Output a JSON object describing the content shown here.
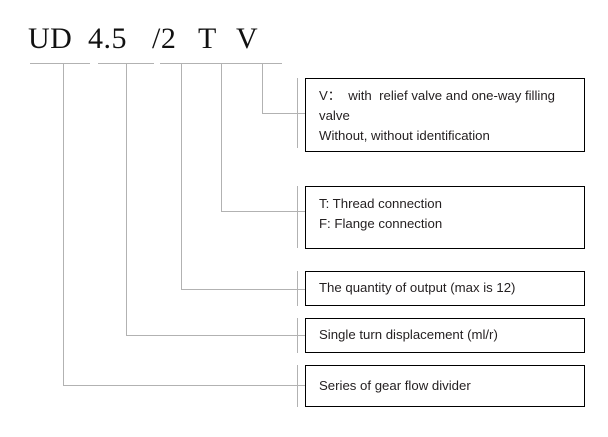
{
  "diagram": {
    "title_code": "UD 4.5 /2 T V",
    "code_segments": [
      {
        "text": "UD",
        "name": "series-code"
      },
      {
        "text": "4.5",
        "name": "displacement-code"
      },
      {
        "text": "/2",
        "name": "output-quantity-code"
      },
      {
        "text": "T",
        "name": "connection-type-code"
      },
      {
        "text": "V",
        "name": "valve-option-code"
      }
    ],
    "descriptions": [
      {
        "name": "valve-option-description",
        "lines": [
          "V：  with  relief valve and one-way filling",
          "valve",
          "Without, without identification"
        ]
      },
      {
        "name": "connection-type-description",
        "lines": [
          "T: Thread connection",
          "F: Flange connection"
        ]
      },
      {
        "name": "output-quantity-description",
        "lines": [
          "The quantity of output (max is 12)"
        ]
      },
      {
        "name": "displacement-description",
        "lines": [
          "Single turn displacement (ml/r)"
        ]
      },
      {
        "name": "series-description",
        "lines": [
          "Series of gear flow divider"
        ]
      }
    ],
    "colors": {
      "leader_line": "#b2b2b2",
      "box_border": "#000000",
      "text": "#231f20",
      "background": "#ffffff"
    }
  }
}
